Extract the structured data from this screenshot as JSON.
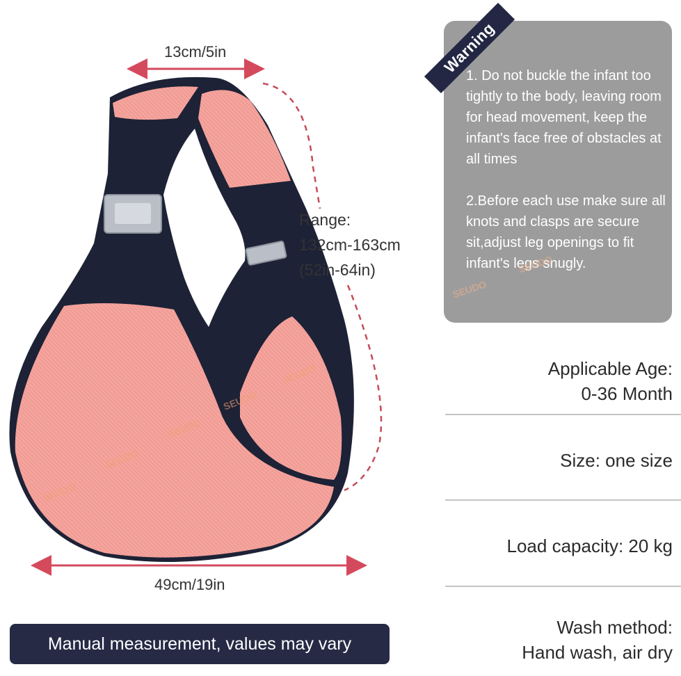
{
  "measurements": {
    "top_width": "13cm/5in",
    "range_label": "Range:",
    "range_cm": "132cm-163cm",
    "range_in": "(52in-64in)",
    "bottom_width": "49cm/19in"
  },
  "warning": {
    "title": "Warning",
    "item1": "1. Do not buckle the infant too tightly to the body, leaving room for head movement, keep the infant's face free of obstacles at all times",
    "item2": "2.Before each use make sure all knots and clasps are secure sit,adjust leg openings to fit infant's legs snugly."
  },
  "specs": {
    "age_label": "Applicable Age:",
    "age_value": "0-36 Month",
    "size": "Size: one size",
    "load": "Load capacity: 20 kg",
    "wash_label": "Wash method:",
    "wash_value": "Hand wash, air dry"
  },
  "note": "Manual measurement, values may vary",
  "watermark": "SEUDO",
  "colors": {
    "sling_pink": "#f29c95",
    "sling_navy": "#1d2236",
    "warning_bg": "#9c9c9c",
    "pill_bg": "#262a45",
    "arrow": "#d44a5c"
  }
}
